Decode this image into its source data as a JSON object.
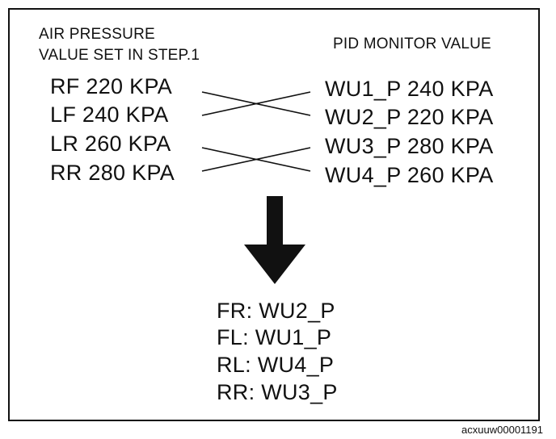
{
  "left_header": {
    "line1": "AIR PRESSURE",
    "line2": "VALUE SET IN STEP.1"
  },
  "right_header": "PID MONITOR VALUE",
  "left_values": [
    "RF 220 KPA",
    "LF 240 KPA",
    "LR 260 KPA",
    "RR 280 KPA"
  ],
  "right_values": [
    "WU1_P 240 KPA",
    "WU2_P 220 KPA",
    "WU3_P 280 KPA",
    "WU4_P 260 KPA"
  ],
  "results": [
    "FR: WU2_P",
    "FL: WU1_P",
    "RL: WU4_P",
    "RR: WU3_P"
  ],
  "caption": "acxuuw00001191",
  "colors": {
    "ink": "#111111",
    "background": "#ffffff"
  },
  "icons": {
    "down_arrow": "down-arrow-icon"
  }
}
